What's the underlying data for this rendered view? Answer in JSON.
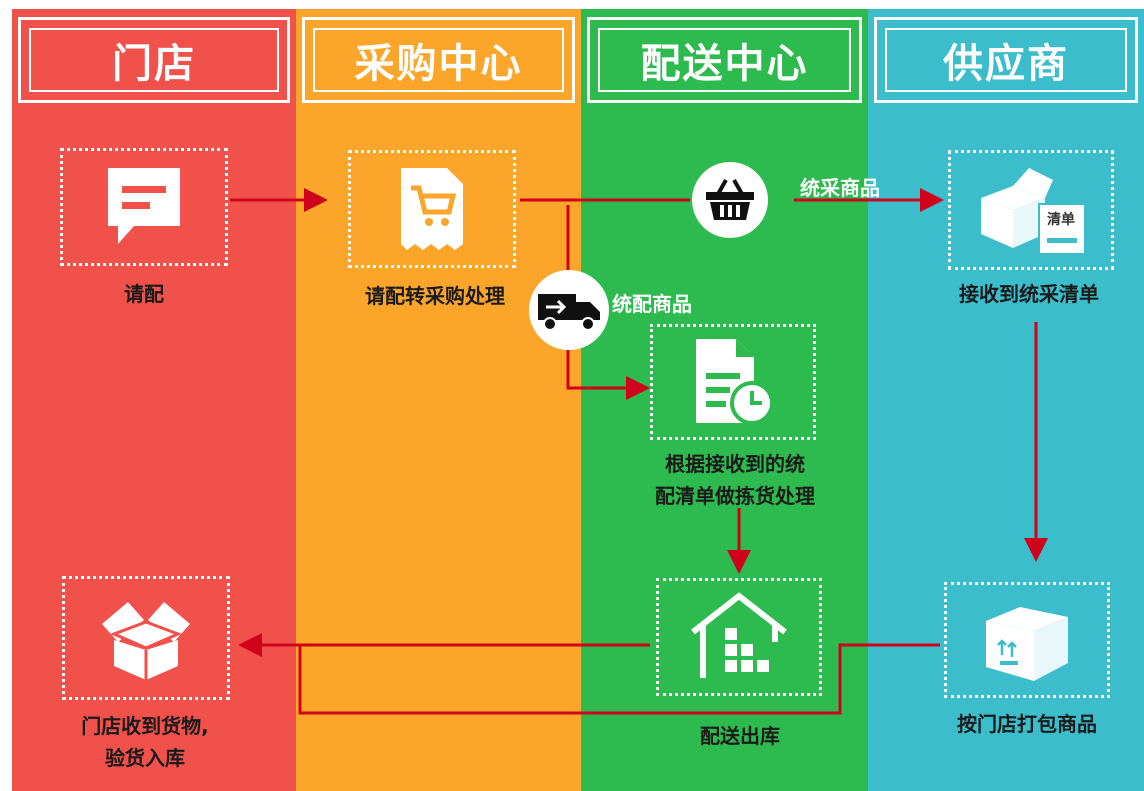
{
  "columns": {
    "store": {
      "title": "门店",
      "color": "#f0514b"
    },
    "purchase": {
      "title": "采购中心",
      "color": "#fba62b"
    },
    "delivery": {
      "title": "配送中心",
      "color": "#2dbb4f"
    },
    "supplier": {
      "title": "供应商",
      "color": "#3bbdcc"
    }
  },
  "nodes": {
    "request": {
      "label": "请配",
      "icon": "message-icon"
    },
    "to_purchase": {
      "label": "请配转采购处理",
      "icon": "cart-receipt-icon"
    },
    "picking": {
      "line1": "根据接收到的统",
      "line2": "配清单做拣货处理",
      "icon": "document-clock-icon"
    },
    "supplier_receive": {
      "label": "接收到统采清单",
      "icon": "box-list-icon",
      "badge": "清单"
    },
    "ship_out": {
      "label": "配送出库",
      "icon": "warehouse-icon"
    },
    "pack": {
      "label": "按门店打包商品",
      "icon": "package-icon"
    },
    "store_receive": {
      "line1": "门店收到货物,",
      "line2": "验货入库",
      "icon": "open-box-icon"
    }
  },
  "edge_labels": {
    "central_purchase": "统采商品",
    "central_delivery": "统配商品"
  },
  "colors": {
    "arrow": "#d0021b"
  }
}
